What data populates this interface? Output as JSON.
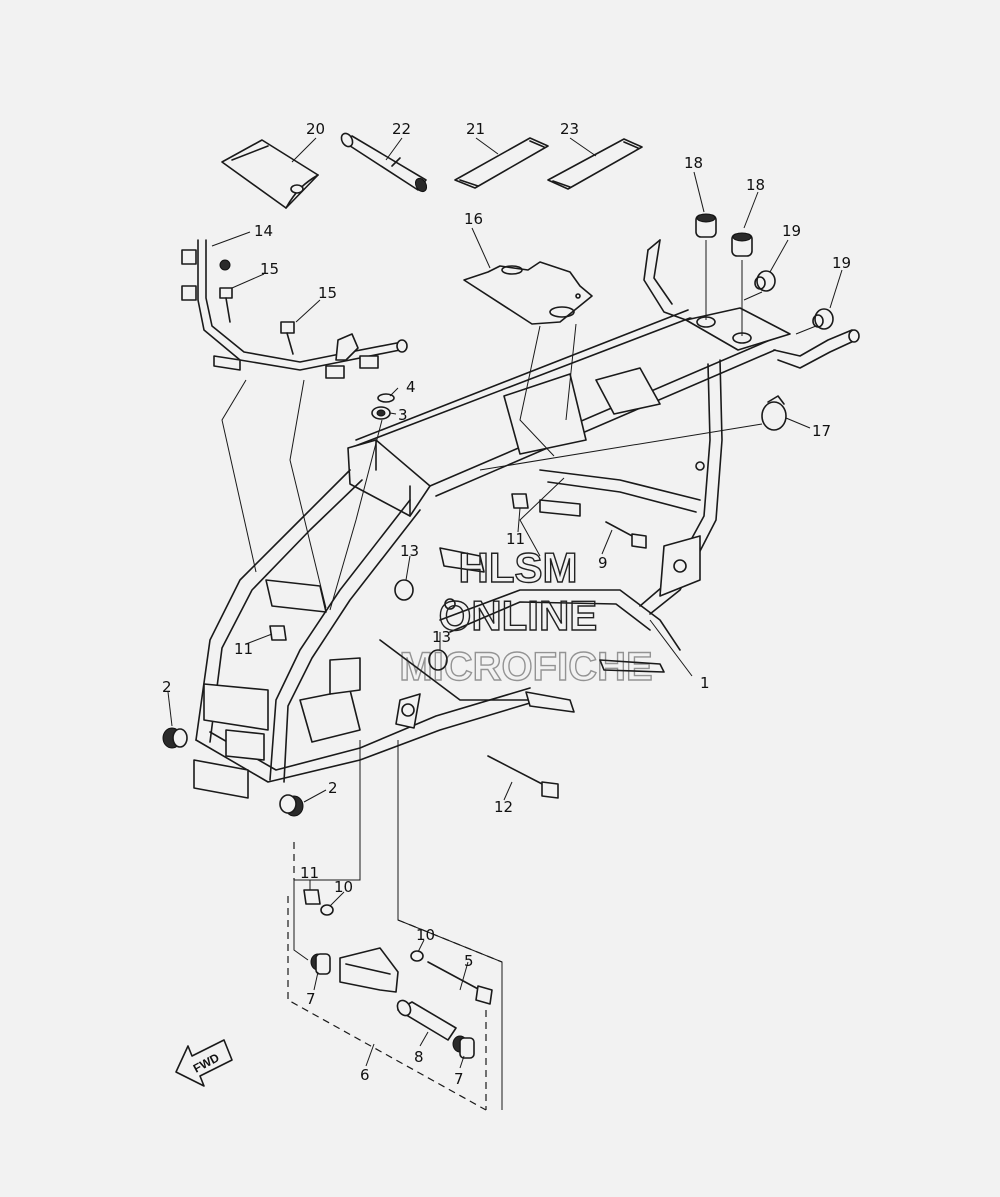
{
  "watermark": {
    "line1": "HLSM",
    "line2": "ONLINE",
    "line3": "MICROFICHE"
  },
  "fwd_label": "FWD",
  "callouts": {
    "c1": "1",
    "c2a": "2",
    "c2b": "2",
    "c3": "3",
    "c4": "4",
    "c5": "5",
    "c6": "6",
    "c7a": "7",
    "c7b": "7",
    "c8": "8",
    "c9": "9",
    "c10a": "10",
    "c10b": "10",
    "c11a": "11",
    "c11b": "11",
    "c11c": "11",
    "c12": "12",
    "c13a": "13",
    "c13b": "13",
    "c14": "14",
    "c15a": "15",
    "c15b": "15",
    "c16": "16",
    "c17": "17",
    "c18a": "18",
    "c18b": "18",
    "c19a": "19",
    "c19b": "19",
    "c20": "20",
    "c21": "21",
    "c22": "22",
    "c23": "23"
  }
}
